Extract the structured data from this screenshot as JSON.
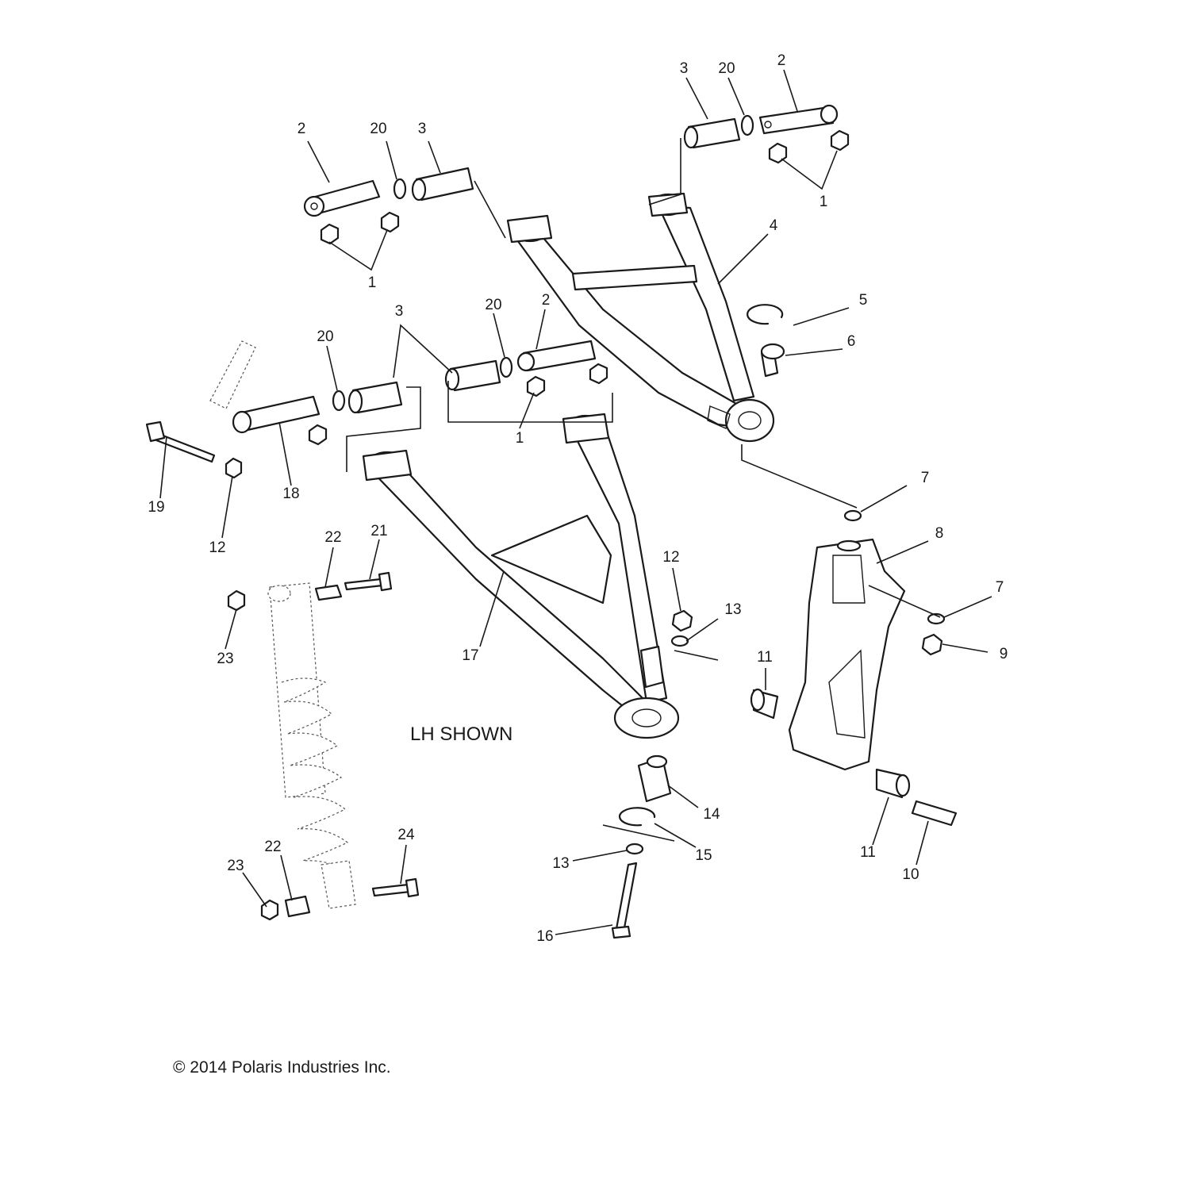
{
  "diagram": {
    "note": "LH SHOWN",
    "copyright": "© 2014 Polaris Industries Inc.",
    "callouts": {
      "c2a": "2",
      "c20a": "20",
      "c3a": "3",
      "c1a": "1",
      "c3b": "3",
      "c20b": "20",
      "c2b": "2",
      "c1b": "1",
      "c4": "4",
      "c5": "5",
      "c6": "6",
      "c20c": "20",
      "c3c": "3",
      "c20d": "20",
      "c2c": "2",
      "c1c": "1",
      "c19": "19",
      "c12a": "12",
      "c18": "18",
      "c22a": "22",
      "c21": "21",
      "c23a": "23",
      "c17": "17",
      "c12b": "12",
      "c13a": "13",
      "c7a": "7",
      "c8": "8",
      "c7b": "7",
      "c9": "9",
      "c11a": "11",
      "c11b": "11",
      "c10": "10",
      "c14": "14",
      "c15": "15",
      "c13b": "13",
      "c16": "16",
      "c23b": "23",
      "c22b": "22",
      "c24": "24"
    }
  }
}
